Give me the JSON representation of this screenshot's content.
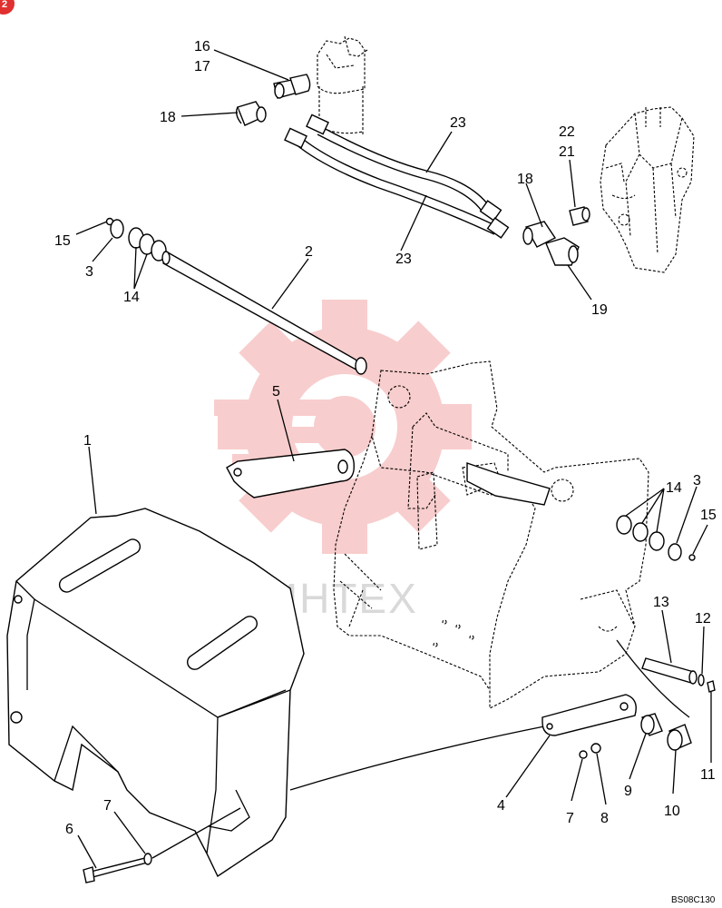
{
  "badge": {
    "text": "2",
    "color": "#e03030"
  },
  "watermark": {
    "text": "ИНТЕХ",
    "color": "#f2a0a0"
  },
  "drawing_code": "BS08C130",
  "callouts": [
    {
      "id": "c16",
      "text": "16"
    },
    {
      "id": "c17",
      "text": "17"
    },
    {
      "id": "c18a",
      "text": "18"
    },
    {
      "id": "c23a",
      "text": "23"
    },
    {
      "id": "c23b",
      "text": "23"
    },
    {
      "id": "c22",
      "text": "22"
    },
    {
      "id": "c21",
      "text": "21"
    },
    {
      "id": "c18b",
      "text": "18"
    },
    {
      "id": "c19",
      "text": "19"
    },
    {
      "id": "c15a",
      "text": "15"
    },
    {
      "id": "c3a",
      "text": "3"
    },
    {
      "id": "c14a",
      "text": "14"
    },
    {
      "id": "c2",
      "text": "2"
    },
    {
      "id": "c5",
      "text": "5"
    },
    {
      "id": "c1",
      "text": "1"
    },
    {
      "id": "c14b",
      "text": "14"
    },
    {
      "id": "c3b",
      "text": "3"
    },
    {
      "id": "c15b",
      "text": "15"
    },
    {
      "id": "c13",
      "text": "13"
    },
    {
      "id": "c12",
      "text": "12"
    },
    {
      "id": "c11",
      "text": "11"
    },
    {
      "id": "c4",
      "text": "4"
    },
    {
      "id": "c7a",
      "text": "7"
    },
    {
      "id": "c8",
      "text": "8"
    },
    {
      "id": "c9",
      "text": "9"
    },
    {
      "id": "c10",
      "text": "10"
    },
    {
      "id": "c6",
      "text": "6"
    },
    {
      "id": "c7b",
      "text": "7"
    }
  ]
}
